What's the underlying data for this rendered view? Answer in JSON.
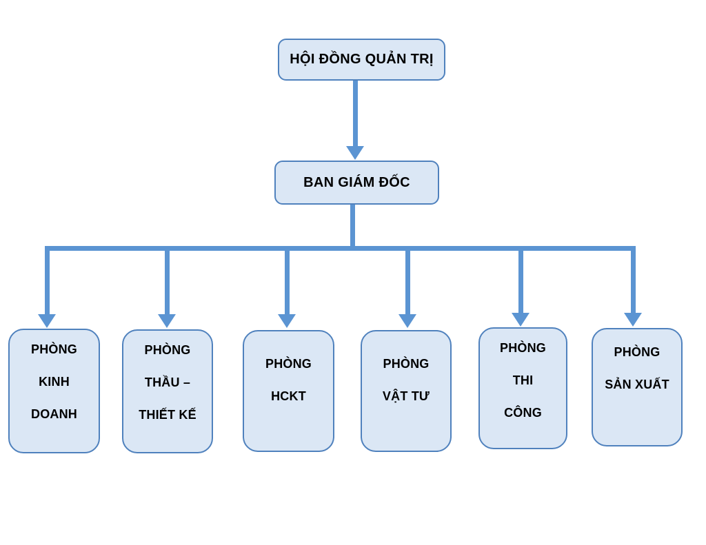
{
  "diagram": {
    "type": "org-chart",
    "root": {
      "label": "HỘI ĐỒNG QUẢN TRỊ"
    },
    "manager": {
      "label": "BAN GIÁM ĐỐC"
    },
    "departments": [
      {
        "name": "PHÒNG KINH DOANH",
        "lines": [
          "PHÒNG",
          "KINH",
          "DOANH"
        ]
      },
      {
        "name": "PHÒNG THẦU – THIẾT KẾ",
        "lines": [
          "PHÒNG",
          "THẦU –",
          "THIẾT KẾ"
        ]
      },
      {
        "name": "PHÒNG HCKT",
        "lines": [
          "PHÒNG",
          "HCKT"
        ]
      },
      {
        "name": "PHÒNG VẬT TƯ",
        "lines": [
          "PHÒNG",
          "VẬT TƯ"
        ]
      },
      {
        "name": "PHÒNG THI CÔNG",
        "lines": [
          "PHÒNG",
          "THI",
          "CÔNG"
        ]
      },
      {
        "name": "PHÒNG SẢN XUẤT",
        "lines": [
          "PHÒNG",
          "SẢN XUẤT"
        ]
      }
    ],
    "colors": {
      "box_fill": "#dbe7f5",
      "box_border": "#4f81bd",
      "connector": "#5b94d2",
      "text": "#000000",
      "background": "#ffffff"
    }
  }
}
